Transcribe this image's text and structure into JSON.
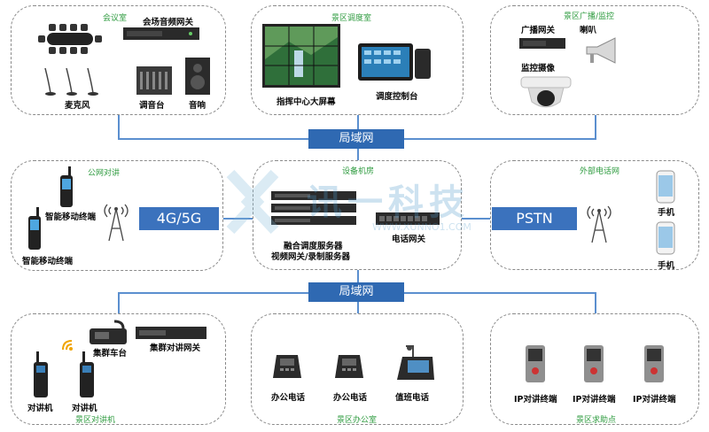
{
  "panels": {
    "meeting": {
      "title": "会议室",
      "items": {
        "mic": "麦克风",
        "mixer": "调音台",
        "speaker": "音响",
        "gateway": "会场音频网关"
      }
    },
    "dispatch": {
      "title": "景区调度室",
      "items": {
        "screen": "指挥中心大屏幕",
        "console": "调度控制台"
      }
    },
    "broadcast": {
      "title": "景区广播/监控",
      "items": {
        "gateway": "广播网关",
        "horn": "喇叭",
        "camera": "监控摄像"
      }
    },
    "public": {
      "title": "公网对讲",
      "items": {
        "terminal1": "智能移动终端",
        "terminal2": "智能移动终端"
      }
    },
    "machine": {
      "title": "设备机房",
      "items": {
        "servers1": "融合调度服务器",
        "servers2": "视频网关/录制服务器",
        "phonegw": "电话网关"
      }
    },
    "external": {
      "title": "外部电话网",
      "items": {
        "phone1": "手机",
        "phone2": "手机"
      }
    },
    "trunk": {
      "title": "景区对讲机",
      "items": {
        "car": "集群车台",
        "gateway": "集群对讲网关",
        "radio1": "对讲机",
        "radio2": "对讲机"
      }
    },
    "office": {
      "title": "景区办公室",
      "items": {
        "phone1": "办公电话",
        "phone2": "办公电话",
        "duty": "值班电话"
      }
    },
    "help": {
      "title": "景区求助点",
      "items": {
        "ip1": "IP对讲终端",
        "ip2": "IP对讲终端",
        "ip3": "IP对讲终端"
      }
    }
  },
  "network": {
    "lan_top": "局域网",
    "lan_bottom": "局域网",
    "cellular": "4G/5G",
    "pstn": "PSTN"
  },
  "watermark": {
    "brand": "讯一科技",
    "url": "WWW.XUNNO1.COM"
  },
  "colors": {
    "panel_title": "#2e9b3f",
    "lan": "#2f69b2",
    "wire": "#5b8fcf"
  }
}
